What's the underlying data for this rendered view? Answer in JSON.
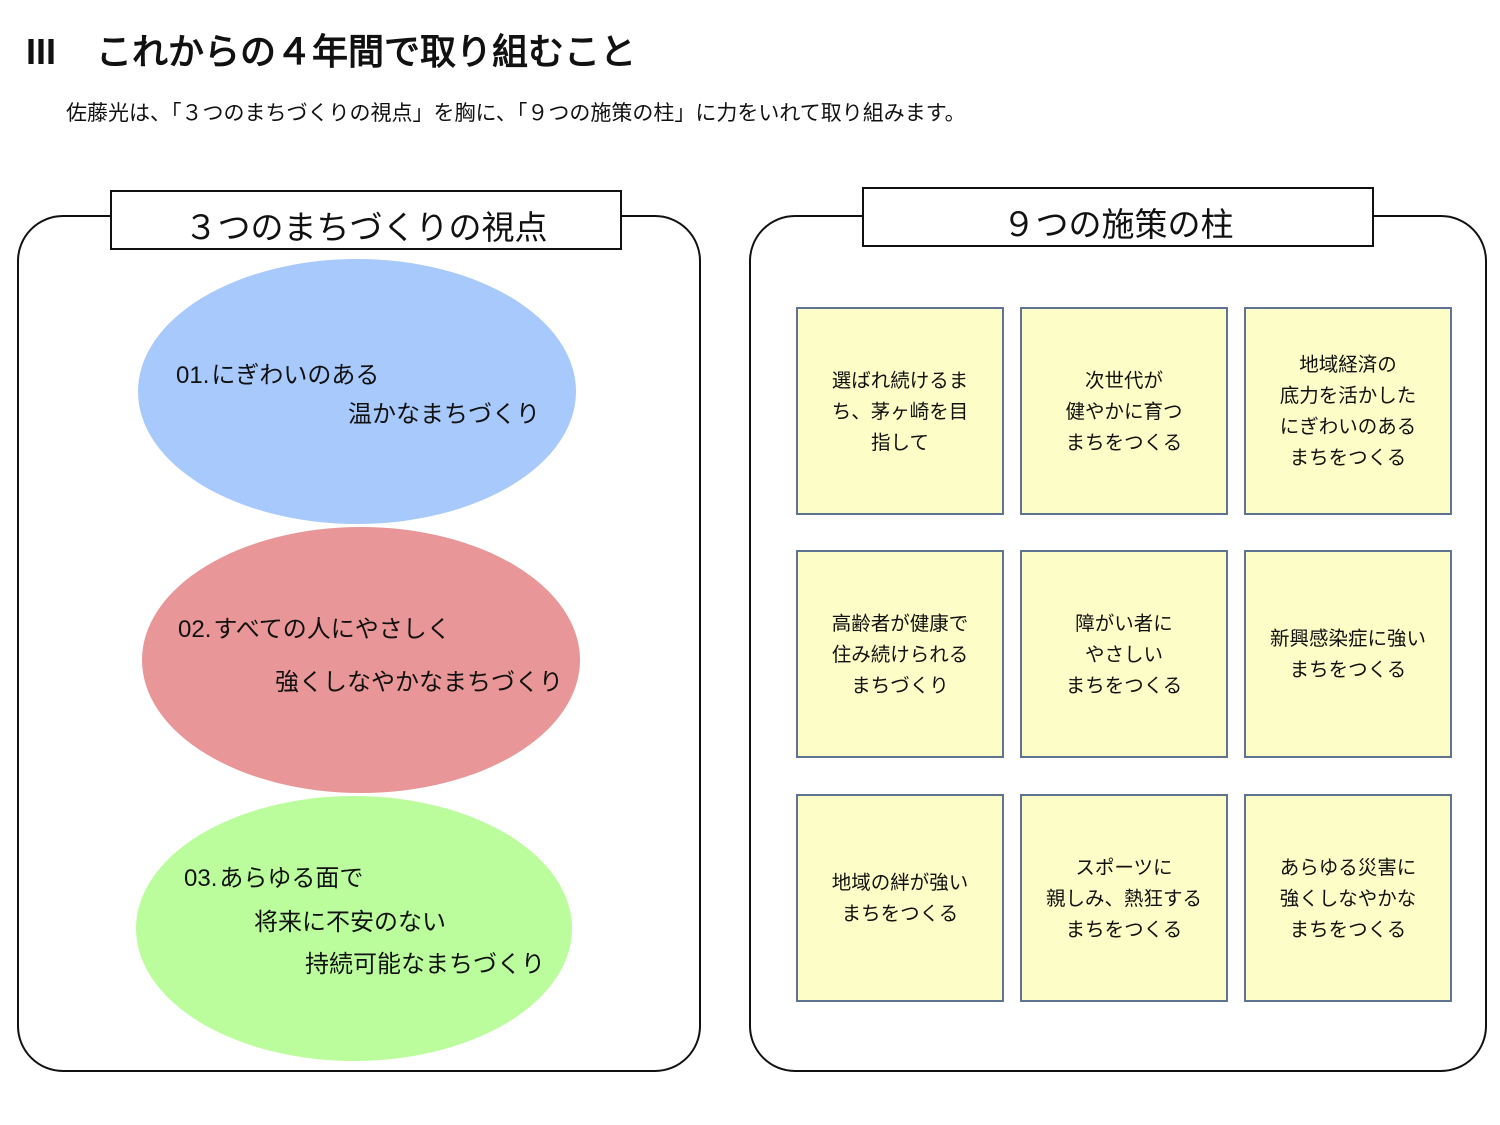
{
  "heading": {
    "number": "III",
    "title": "これからの４年間で取り組むこと"
  },
  "intro": "佐藤光は、「３つのまちづくりの視点」を胸に、「９つの施策の柱」に力をいれて取り組みます。",
  "viewpoints": {
    "title": "３つのまちづくりの視点",
    "items": [
      {
        "number": "01.",
        "lines": [
          "にぎわいのある",
          "温かなまちづくり"
        ],
        "color": "#a8c9fb"
      },
      {
        "number": "02.",
        "lines": [
          "すべての人にやさしく",
          "強くしなやかなまちづくり"
        ],
        "color": "#e89697"
      },
      {
        "number": "03.",
        "lines": [
          "あらゆる面で",
          "将来に不安のない",
          "持続可能なまちづくり"
        ],
        "color": "#bbfd9d"
      }
    ]
  },
  "pillars": {
    "title": "９つの施策の柱",
    "box_color": "#fdfdc8",
    "border_color": "#5f7491",
    "items": [
      "選ばれ続けるま\nち、茅ヶ崎を目\n指して",
      "次世代が\n健やかに育つ\nまちをつくる",
      "地域経済の\n底力を活かした\nにぎわいのある\nまちをつくる",
      "高齢者が健康で\n住み続けられる\nまちづくり",
      "障がい者に\nやさしい\nまちをつくる",
      "新興感染症に強い\nまちをつくる",
      "地域の絆が強い\nまちをつくる",
      "スポーツに\n親しみ、熱狂する\nまちをつくる",
      "あらゆる災害に\n強くしなやかな\nまちをつくる"
    ]
  }
}
